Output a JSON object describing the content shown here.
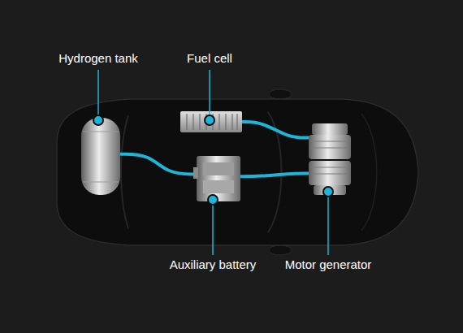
{
  "diagram": {
    "nodes": [
      {
        "text": [
          "Hydrogen tank"
        ]
      },
      {
        "text": [
          "Fuel cell"
        ]
      },
      {
        "text": [
          "Auxiliary battery"
        ]
      },
      {
        "text": [
          "Motor generator"
        ]
      }
    ],
    "edges": [
      {
        "from": 0,
        "to": 2,
        "arrow": "none"
      },
      {
        "from": 1,
        "to": 3,
        "arrow": "none"
      },
      {
        "from": 2,
        "to": 3,
        "arrow": "none"
      }
    ]
  }
}
